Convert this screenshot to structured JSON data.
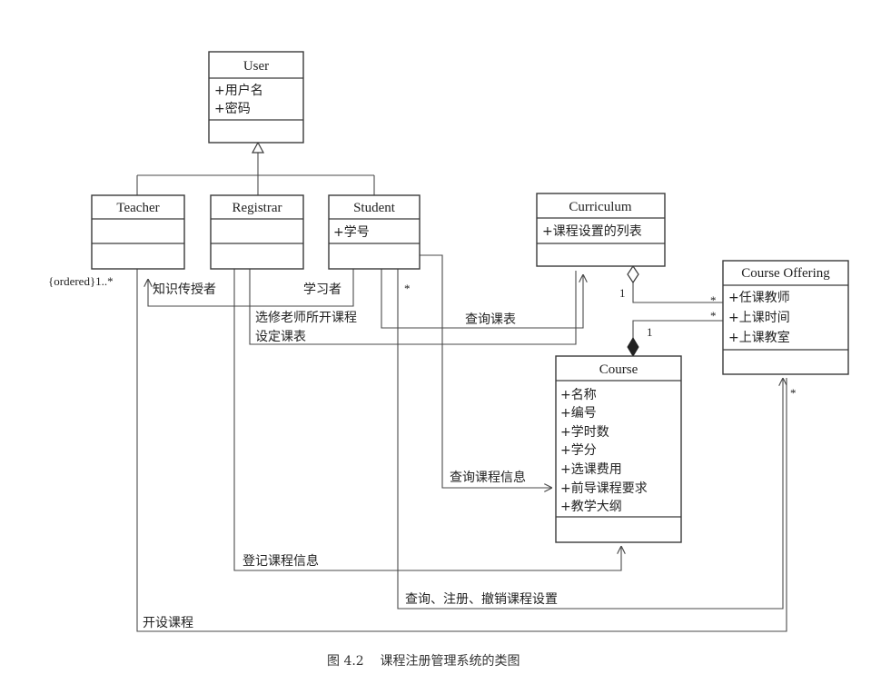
{
  "classes": {
    "user": {
      "name": "User",
      "attributes": [
        "+用户名",
        "+密码"
      ]
    },
    "teacher": {
      "name": "Teacher",
      "attributes": []
    },
    "registrar": {
      "name": "Registrar",
      "attributes": []
    },
    "student": {
      "name": "Student",
      "attributes": [
        "+学号"
      ]
    },
    "curriculum": {
      "name": "Curriculum",
      "attributes": [
        "+课程设置的列表"
      ]
    },
    "offering": {
      "name": "Course Offering",
      "attributes": [
        "+任课教师",
        "+上课时间",
        "+上课教室"
      ]
    },
    "course": {
      "name": "Course",
      "attributes": [
        "+名称",
        "+编号",
        "+学时数",
        "+学分",
        "+选课费用",
        "+前导课程要求",
        "+教学大纲"
      ]
    }
  },
  "labels": {
    "teach_role": "知识传授者",
    "learn_role": "学习者",
    "select_courses": "选修老师所开课程",
    "set_schedule": "设定课表",
    "query_schedule": "查询课表",
    "query_course_info": "查询课程信息",
    "register_course_info": "登记课程信息",
    "manage_offering": "查询、注册、撤销课程设置",
    "open_course": "开设课程"
  },
  "multiplicities": {
    "teacher": "{ordered}1..*",
    "student": "*",
    "curriculum_one": "1",
    "offering_top": "*",
    "offering_mid": "*",
    "course_one": "1",
    "offering_bottom": "*"
  },
  "caption": "图 4.2    课程注册管理系统的类图"
}
